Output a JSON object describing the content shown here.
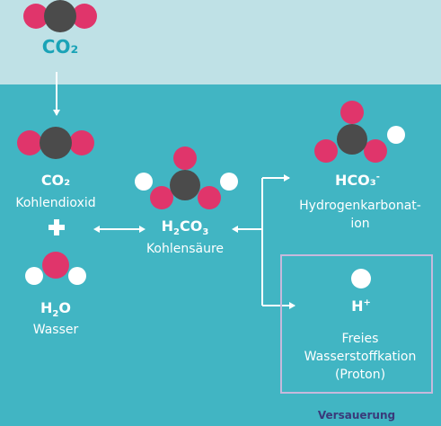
{
  "colors": {
    "sky": "#bfe1e6",
    "water": "#41b5c3",
    "carbon": "#4b4b4b",
    "oxygen": "#e0356b",
    "hydrogen": "#ffffff",
    "title_text": "#1aa3b7",
    "box_border": "#c6b9dc",
    "caption_text": "#3a3a7a"
  },
  "icons": {
    "co2_molecule": "co2-molecule-icon",
    "h2o_molecule": "h2o-molecule-icon",
    "h2co3_molecule": "carbonic-acid-molecule-icon",
    "hco3_molecule": "bicarbonate-molecule-icon",
    "proton": "hydrogen-ion-icon",
    "plus": "plus-icon",
    "arrow": "arrow-icon"
  },
  "labels": {
    "co2_air": "CO₂",
    "co2_water": "CO₂",
    "co2_name": "Kohlendioxid",
    "h2o_h": "H",
    "h2o_sub": "2",
    "h2o_o": "O",
    "h2o_name": "Wasser",
    "h2co3_h": "H",
    "h2co3_sub1": "2",
    "h2co3_co": "CO",
    "h2co3_sub2": "3",
    "h2co3_name": "Kohlensäure",
    "hco3_formula": "HCO₃",
    "hco3_charge": "-",
    "hco3_name_line1": "Hydrogenkarbonat-",
    "hco3_name_line2": "ion",
    "proton_formula": "H",
    "proton_charge": "+",
    "proton_name_line1": "Freies",
    "proton_name_line2": "Wasserstoffkation",
    "proton_name_line3": "(Proton)",
    "caption": "Versauerung"
  }
}
